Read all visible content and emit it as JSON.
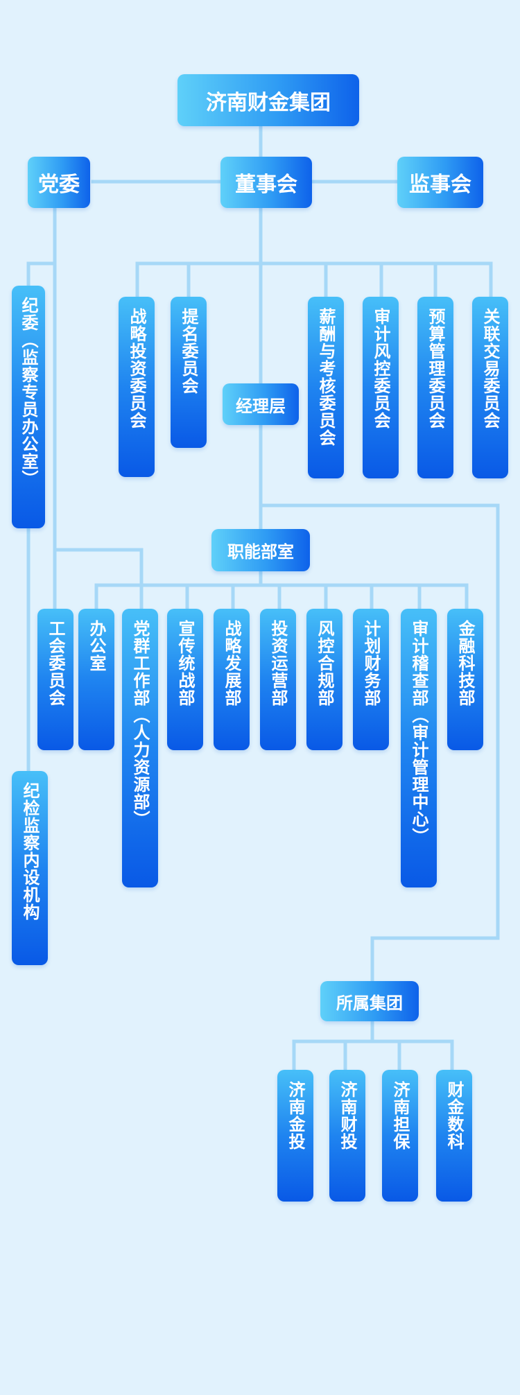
{
  "top": {
    "group": "济南财金集团"
  },
  "governance": {
    "party": "党委",
    "board": "董事会",
    "supervisors": "监事会"
  },
  "discipline": {
    "commission": "纪委（监察专员办公室）",
    "internal": "纪检监察内设机构"
  },
  "committees": [
    "战略投资委员会",
    "提名委员会",
    "薪酬与考核委员会",
    "审计风控委员会",
    "预算管理委员会",
    "关联交易委员会"
  ],
  "management": "经理层",
  "functional": {
    "title": "职能部室",
    "departments": [
      "工会委员会",
      "办公室",
      "党群工作部（人力资源部）",
      "宣传统战部",
      "战略发展部",
      "投资运营部",
      "风控合规部",
      "计划财务部",
      "审计稽查部（审计管理中心）",
      "金融科技部"
    ]
  },
  "subsidiaries": {
    "title": "所属集团",
    "items": [
      "济南金投",
      "济南财投",
      "济南担保",
      "财金数科"
    ]
  }
}
